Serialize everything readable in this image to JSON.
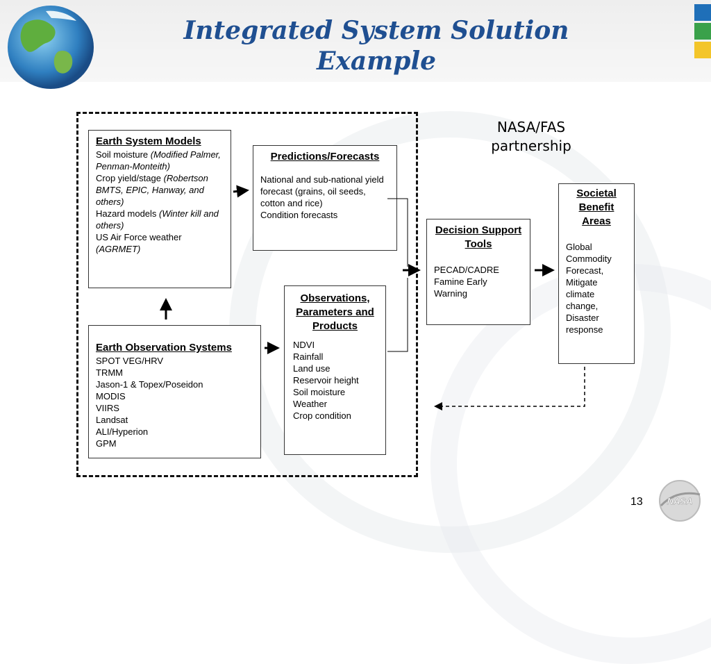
{
  "title": {
    "line1": "Integrated System Solution",
    "line2": "Example"
  },
  "partnership": {
    "line1": "NASA/FAS",
    "line2": "partnership"
  },
  "page_number": "13",
  "logo_text": "NASA",
  "colors": {
    "title": "#1f4f91",
    "squares": [
      "#1f6fb8",
      "#3aa14a",
      "#f3c52a"
    ]
  },
  "earth_system_models": {
    "title": "Earth System Models",
    "items": [
      {
        "plain": "Soil moisture ",
        "italic": "(Modified Palmer, Penman-Monteith)"
      },
      {
        "plain": "Crop yield/stage ",
        "italic": "(Robertson BMTS, EPIC, Hanway, and others)"
      },
      {
        "plain": "Hazard models ",
        "italic": "(Winter kill and others)"
      },
      {
        "plain": "US Air Force weather ",
        "italic": "(AGRMET)"
      }
    ]
  },
  "predictions": {
    "title": "Predictions/Forecasts",
    "items": [
      " National and sub-national yield forecast (grains, oil seeds, cotton and rice)",
      " Condition forecasts"
    ]
  },
  "decision_support": {
    "title": "Decision Support Tools",
    "items": [
      " PECAD/CADRE",
      " Famine Early Warning"
    ]
  },
  "societal_benefit": {
    "title": "Societal Benefit Areas",
    "items": [
      " Global Commodity Forecast,",
      " Mitigate climate change,",
      " Disaster response"
    ]
  },
  "observations": {
    "title": "Observations, Parameters and Products",
    "items": [
      "NDVI",
      "Rainfall",
      "Land use",
      "Reservoir height",
      "Soil moisture",
      "Weather",
      "Crop condition"
    ]
  },
  "earth_observation_systems": {
    "title": "Earth Observation Systems",
    "items": [
      "SPOT VEG/HRV",
      "TRMM",
      "Jason-1 & Topex/Poseidon",
      "MODIS",
      "VIIRS",
      "Landsat",
      "ALI/Hyperion",
      "GPM"
    ]
  }
}
